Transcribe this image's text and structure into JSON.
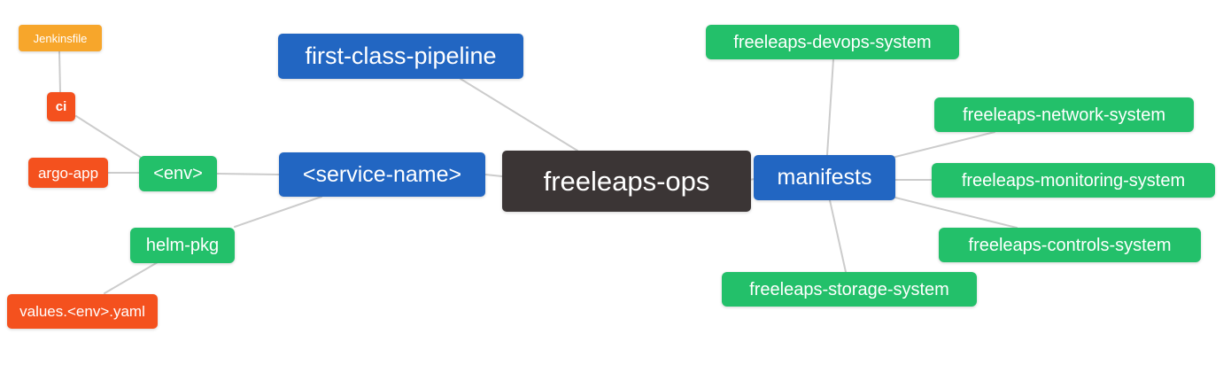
{
  "diagram": {
    "type": "mindmap",
    "root": "freeleaps-ops",
    "palette": {
      "blue": "#2266c2",
      "green": "#23c06a",
      "orange": "#f7a62b",
      "red_orange": "#f4511e",
      "dark": "#3b3535",
      "edge": "#cccccc",
      "background": "#ffffff",
      "text": "#ffffff"
    },
    "nodes": {
      "jenkinsfile": {
        "label": "Jenkinsfile",
        "color": "#f7a62b"
      },
      "ci": {
        "label": "ci",
        "color": "#f4511e"
      },
      "argo_app": {
        "label": "argo-app",
        "color": "#f4511e"
      },
      "env": {
        "label": "<env>",
        "color": "#23c06a"
      },
      "helm_pkg": {
        "label": "helm-pkg",
        "color": "#23c06a"
      },
      "values_env_yaml": {
        "label": "values.<env>.yaml",
        "color": "#f4511e"
      },
      "first_class_pipeline": {
        "label": "first-class-pipeline",
        "color": "#2266c2"
      },
      "service_name": {
        "label": "<service-name>",
        "color": "#2266c2"
      },
      "freeleaps_ops": {
        "label": "freeleaps-ops",
        "color": "#3b3535"
      },
      "manifests": {
        "label": "manifests",
        "color": "#2266c2"
      },
      "devops_system": {
        "label": "freeleaps-devops-system",
        "color": "#23c06a"
      },
      "network_system": {
        "label": "freeleaps-network-system",
        "color": "#23c06a"
      },
      "monitoring_system": {
        "label": "freeleaps-monitoring-system",
        "color": "#23c06a"
      },
      "controls_system": {
        "label": "freeleaps-controls-system",
        "color": "#23c06a"
      },
      "storage_system": {
        "label": "freeleaps-storage-system",
        "color": "#23c06a"
      }
    },
    "edges": [
      [
        "jenkinsfile",
        "ci"
      ],
      [
        "ci",
        "env"
      ],
      [
        "argo_app",
        "env"
      ],
      [
        "env",
        "service_name"
      ],
      [
        "helm_pkg",
        "service_name"
      ],
      [
        "values_env_yaml",
        "helm_pkg"
      ],
      [
        "first_class_pipeline",
        "freeleaps_ops"
      ],
      [
        "service_name",
        "freeleaps_ops"
      ],
      [
        "freeleaps_ops",
        "manifests"
      ],
      [
        "manifests",
        "devops_system"
      ],
      [
        "manifests",
        "network_system"
      ],
      [
        "manifests",
        "monitoring_system"
      ],
      [
        "manifests",
        "controls_system"
      ],
      [
        "manifests",
        "storage_system"
      ]
    ]
  }
}
